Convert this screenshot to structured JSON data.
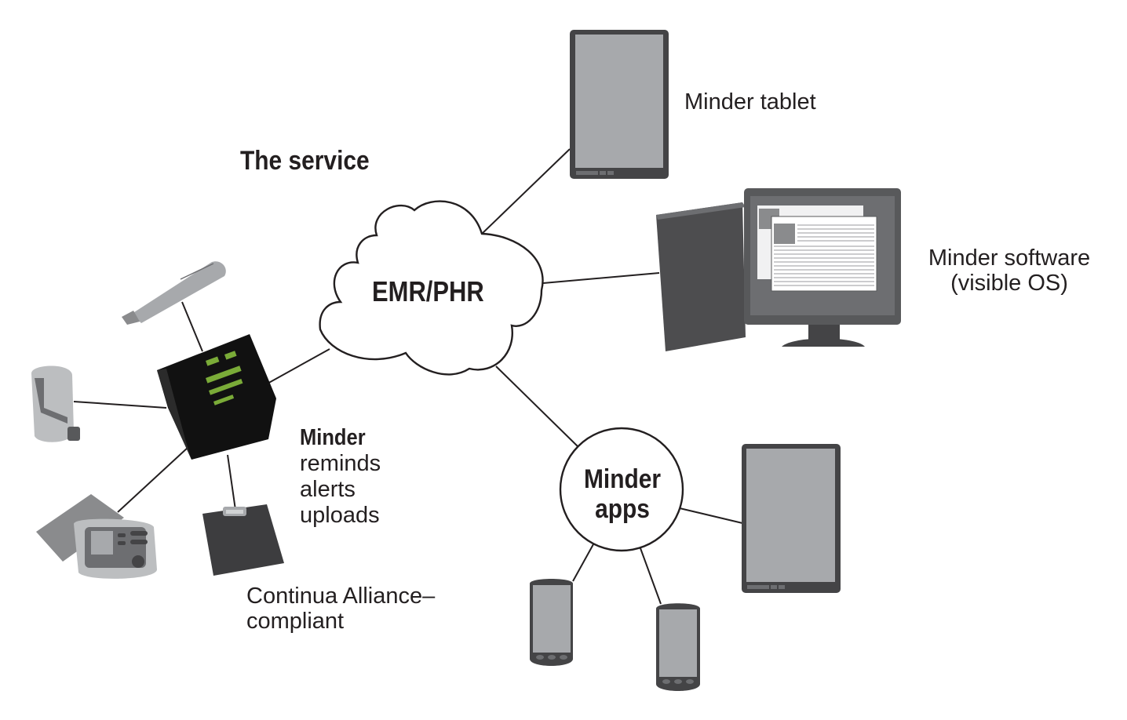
{
  "title": "The service",
  "cloud": {
    "label": "EMR/PHR"
  },
  "hub": {
    "name": "Minder",
    "functions": [
      "reminds",
      "alerts",
      "uploads"
    ]
  },
  "devices_caption": [
    "Continua Alliance–",
    "compliant"
  ],
  "endpoints": {
    "tablet": {
      "label": "Minder tablet"
    },
    "software": {
      "label_lines": [
        "Minder software",
        "(visible OS)"
      ]
    },
    "apps": {
      "label_lines": [
        "Minder",
        "apps"
      ]
    }
  },
  "peripheral_devices": [
    "usb-dongle",
    "inhaler",
    "blood-pressure-monitor",
    "weight-scale"
  ],
  "colors": {
    "ink": "#231f20",
    "device_dark": "#444446",
    "device_screen": "#a7a9ac",
    "gray_mid": "#6d6e71",
    "hub_green": "#8dc63f"
  }
}
